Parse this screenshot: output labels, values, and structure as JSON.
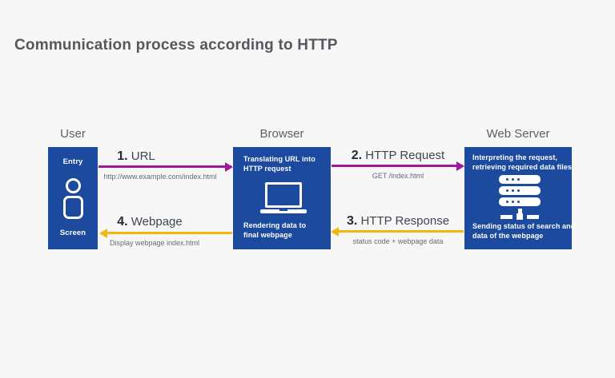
{
  "title": "Communication process according to HTTP",
  "colors": {
    "background": "#f7f7f7",
    "box_blue": "#1b4a9e",
    "arrow_magenta": "#a2189c",
    "arrow_yellow": "#f4b70d",
    "title_gray": "#55585c"
  },
  "entities": {
    "user": {
      "label": "User",
      "top_text": "Entry",
      "bottom_text": "Screen",
      "icon": "person-icon"
    },
    "browser": {
      "label": "Browser",
      "top_lines": [
        "Translating URL into",
        "HTTP request"
      ],
      "bottom_lines": [
        "Rendering data to",
        "final webpage"
      ],
      "icon": "laptop-icon"
    },
    "server": {
      "label": "Web Server",
      "top_lines": [
        "Interpreting the request,",
        "retrieving required data files"
      ],
      "bottom_lines": [
        "Sending status of search and",
        "data of the webpage"
      ],
      "icon": "server-stack-icon"
    }
  },
  "arrows": {
    "step1": {
      "number": "1.",
      "label": "URL",
      "sublabel": "http://www.example.com/index.html",
      "from": "user",
      "to": "browser",
      "color": "#a2189c"
    },
    "step2": {
      "number": "2.",
      "label": "HTTP Request",
      "sublabel": "GET /index.html",
      "from": "browser",
      "to": "server",
      "color": "#a2189c"
    },
    "step3": {
      "number": "3.",
      "label": "HTTP Response",
      "sublabel": "status code + webpage data",
      "from": "server",
      "to": "browser",
      "color": "#f4b70d"
    },
    "step4": {
      "number": "4.",
      "label": "Webpage",
      "sublabel": "Display webpage index.html",
      "from": "browser",
      "to": "user",
      "color": "#f4b70d"
    }
  }
}
